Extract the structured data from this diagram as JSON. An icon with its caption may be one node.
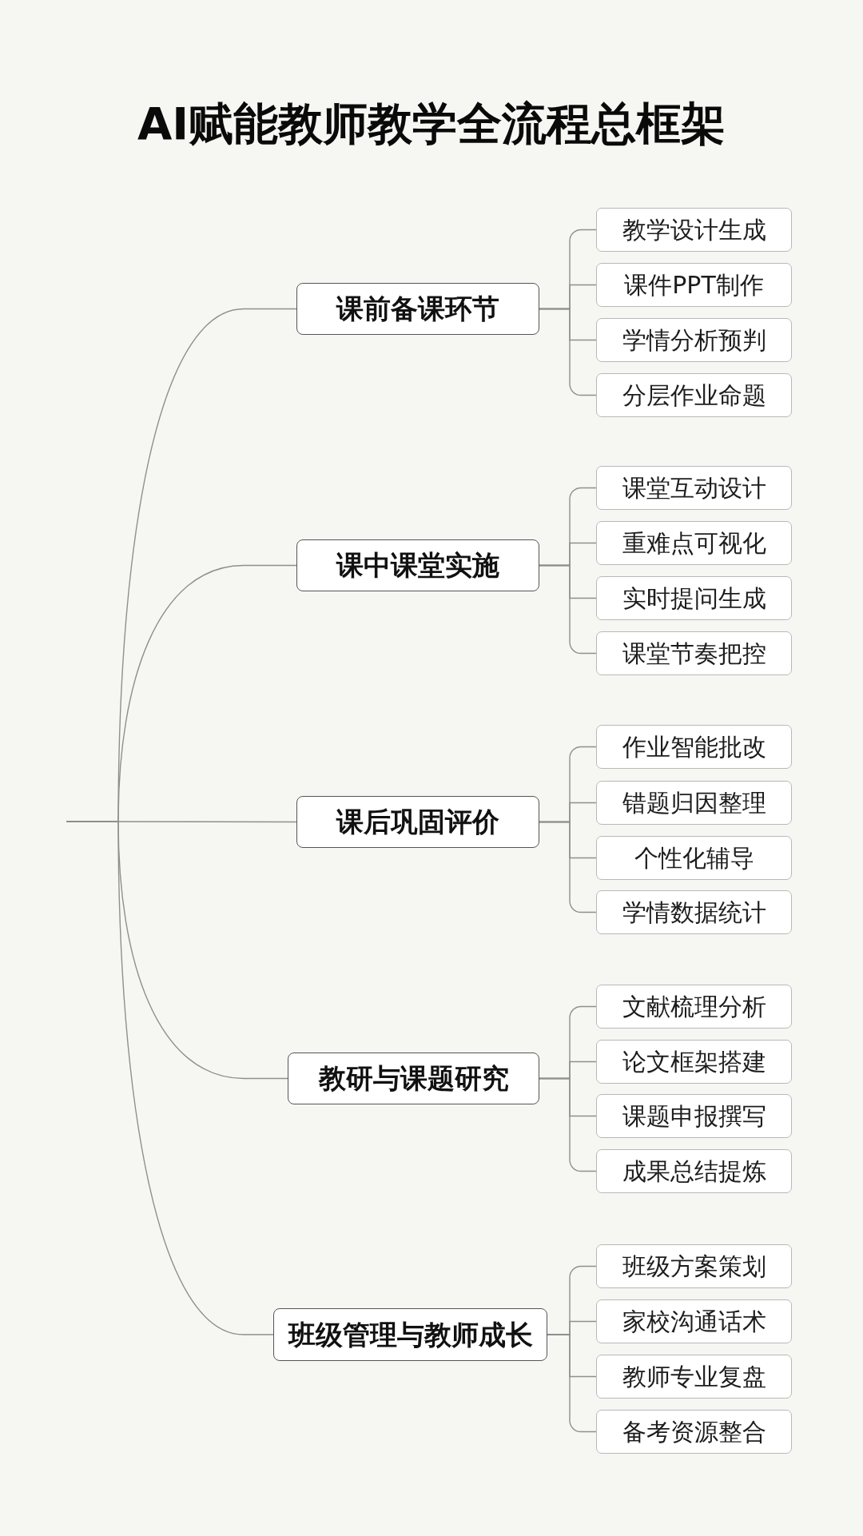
{
  "diagram": {
    "title": "AI赋能教师教学全流程总框架",
    "nodes": [
      {
        "text": [
          "课前备课环节"
        ]
      },
      {
        "text": [
          "教学设计生成"
        ]
      },
      {
        "text": [
          "课件PPT制作"
        ]
      },
      {
        "text": [
          "学情分析预判"
        ]
      },
      {
        "text": [
          "分层作业命题"
        ]
      },
      {
        "text": [
          "课中课堂实施"
        ]
      },
      {
        "text": [
          "课堂互动设计"
        ]
      },
      {
        "text": [
          "重难点可视化"
        ]
      },
      {
        "text": [
          "实时提问生成"
        ]
      },
      {
        "text": [
          "课堂节奏把控"
        ]
      },
      {
        "text": [
          "课后巩固评价"
        ]
      },
      {
        "text": [
          "作业智能批改"
        ]
      },
      {
        "text": [
          "错题归因整理"
        ]
      },
      {
        "text": [
          "个性化辅导"
        ]
      },
      {
        "text": [
          "学情数据统计"
        ]
      },
      {
        "text": [
          "教研与课题研究"
        ]
      },
      {
        "text": [
          "文献梳理分析"
        ]
      },
      {
        "text": [
          "论文框架搭建"
        ]
      },
      {
        "text": [
          "课题申报撰写"
        ]
      },
      {
        "text": [
          "成果总结提炼"
        ]
      },
      {
        "text": [
          "班级管理与教师成长"
        ]
      },
      {
        "text": [
          "班级方案策划"
        ]
      },
      {
        "text": [
          "家校沟通话术"
        ]
      },
      {
        "text": [
          "教师专业复盘"
        ]
      },
      {
        "text": [
          "备考资源整合"
        ]
      }
    ],
    "edges": [
      {
        "from": null,
        "to": 0,
        "arrow": "none"
      },
      {
        "from": 0,
        "to": 1,
        "arrow": "none"
      },
      {
        "from": 0,
        "to": 2,
        "arrow": "none"
      },
      {
        "from": 0,
        "to": 3,
        "arrow": "none"
      },
      {
        "from": 0,
        "to": 4,
        "arrow": "none"
      },
      {
        "from": null,
        "to": 5,
        "arrow": "none"
      },
      {
        "from": 5,
        "to": 6,
        "arrow": "none"
      },
      {
        "from": 5,
        "to": 7,
        "arrow": "none"
      },
      {
        "from": 5,
        "to": 8,
        "arrow": "none"
      },
      {
        "from": 5,
        "to": 9,
        "arrow": "none"
      },
      {
        "from": null,
        "to": 10,
        "arrow": "none"
      },
      {
        "from": 10,
        "to": 11,
        "arrow": "none"
      },
      {
        "from": 10,
        "to": 12,
        "arrow": "none"
      },
      {
        "from": 10,
        "to": 13,
        "arrow": "none"
      },
      {
        "from": 10,
        "to": 14,
        "arrow": "none"
      },
      {
        "from": null,
        "to": 15,
        "arrow": "none"
      },
      {
        "from": 15,
        "to": 16,
        "arrow": "none"
      },
      {
        "from": 15,
        "to": 17,
        "arrow": "none"
      },
      {
        "from": 15,
        "to": 18,
        "arrow": "none"
      },
      {
        "from": 15,
        "to": 19,
        "arrow": "none"
      },
      {
        "from": null,
        "to": 20,
        "arrow": "none"
      },
      {
        "from": 20,
        "to": 21,
        "arrow": "none"
      },
      {
        "from": 20,
        "to": 22,
        "arrow": "none"
      },
      {
        "from": 20,
        "to": 23,
        "arrow": "none"
      },
      {
        "from": 20,
        "to": 24,
        "arrow": "none"
      }
    ]
  }
}
